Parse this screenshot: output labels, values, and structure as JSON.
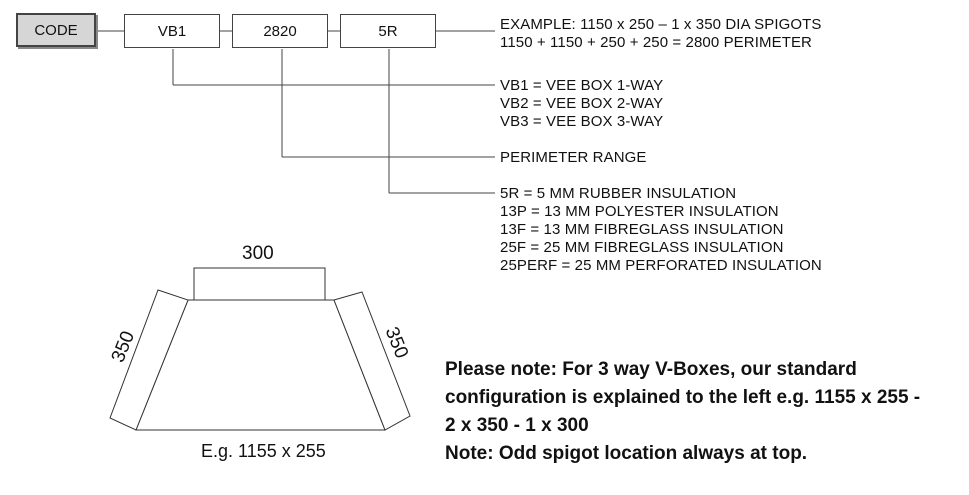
{
  "code_row": {
    "code_label": "CODE",
    "fields": [
      "VB1",
      "2820",
      "5R"
    ]
  },
  "example": {
    "line1": "EXAMPLE: 1150 x 250 – 1 x 350 DIA SPIGOTS",
    "line2": "1150 + 1150 + 250 + 250 = 2800 PERIMETER"
  },
  "type_options": [
    "VB1 = VEE BOX 1-WAY",
    "VB2 = VEE BOX 2-WAY",
    "VB3 = VEE BOX 3-WAY"
  ],
  "perimeter_label": "PERIMETER RANGE",
  "insulation_options": [
    "5R = 5 MM RUBBER INSULATION",
    "13P = 13 MM POLYESTER INSULATION",
    "13F = 13 MM FIBREGLASS INSULATION",
    "25F = 25 MM FIBREGLASS INSULATION",
    "25PERF = 25 MM PERFORATED INSULATION"
  ],
  "diagram": {
    "top_dim": "300",
    "left_dim": "350",
    "right_dim": "350",
    "caption": "E.g. 1155 x 255"
  },
  "note": {
    "lines": [
      "Please note: For 3 way V-Boxes, our standard",
      "configuration is explained to the left e.g. 1155 x 255 -",
      "2 x 350 - 1 x 300",
      "Note: Odd spigot location always at top."
    ]
  }
}
